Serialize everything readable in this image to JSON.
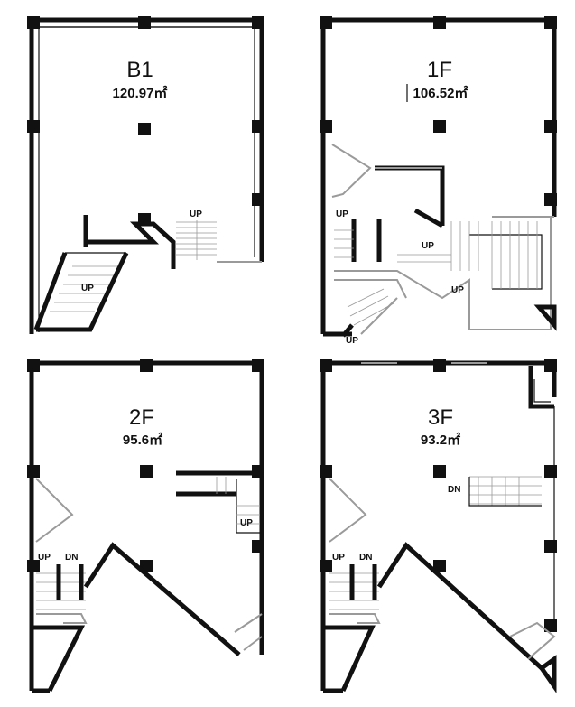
{
  "floors": [
    {
      "name": "B1",
      "area": "120.97㎡",
      "labels": [
        "UP",
        "UP"
      ]
    },
    {
      "name": "1F",
      "area": "106.52㎡",
      "labels": [
        "UP",
        "UP",
        "UP",
        "UP"
      ]
    },
    {
      "name": "2F",
      "area": "95.6㎡",
      "labels": [
        "UP",
        "UP",
        "DN"
      ]
    },
    {
      "name": "3F",
      "area": "93.2㎡",
      "labels": [
        "DN",
        "UP",
        "DN"
      ]
    }
  ],
  "colors": {
    "wall": "#111111",
    "secondary_wall": "#9a9a9a"
  }
}
